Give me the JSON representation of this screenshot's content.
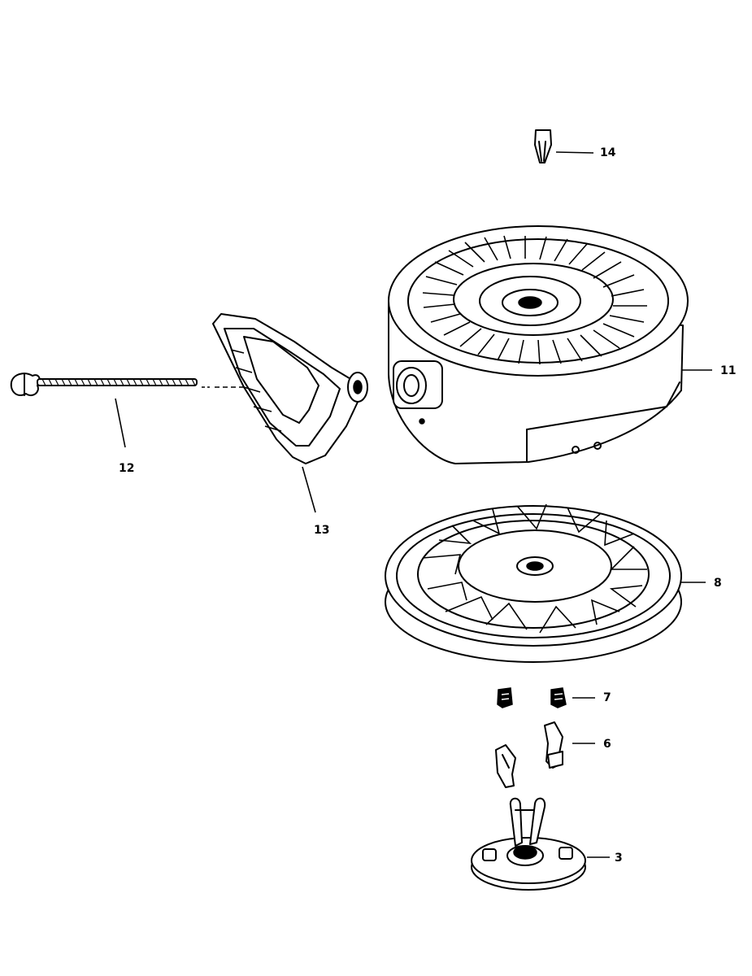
{
  "diagram": {
    "callouts": [
      {
        "id": "part-14",
        "label": "14"
      },
      {
        "id": "part-11",
        "label": "11"
      },
      {
        "id": "part-12",
        "label": "12"
      },
      {
        "id": "part-13",
        "label": "13"
      },
      {
        "id": "part-8",
        "label": "8"
      },
      {
        "id": "part-7",
        "label": "7"
      },
      {
        "id": "part-6",
        "label": "6"
      },
      {
        "id": "part-3",
        "label": "3"
      }
    ]
  }
}
